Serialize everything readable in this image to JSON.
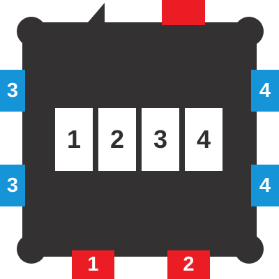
{
  "colors": {
    "board": "#333132",
    "red": "#EC1C24",
    "blue": "#1694D8",
    "slot": "#FFFFFF",
    "slot_text": "#2F2F2F",
    "tab_text": "#FFFFFF"
  },
  "left_labels": [
    "3",
    "3"
  ],
  "right_labels": [
    "4",
    "4"
  ],
  "bottom_labels": [
    "1",
    "2"
  ],
  "top_label": "",
  "slots": [
    "1",
    "2",
    "3",
    "4"
  ]
}
